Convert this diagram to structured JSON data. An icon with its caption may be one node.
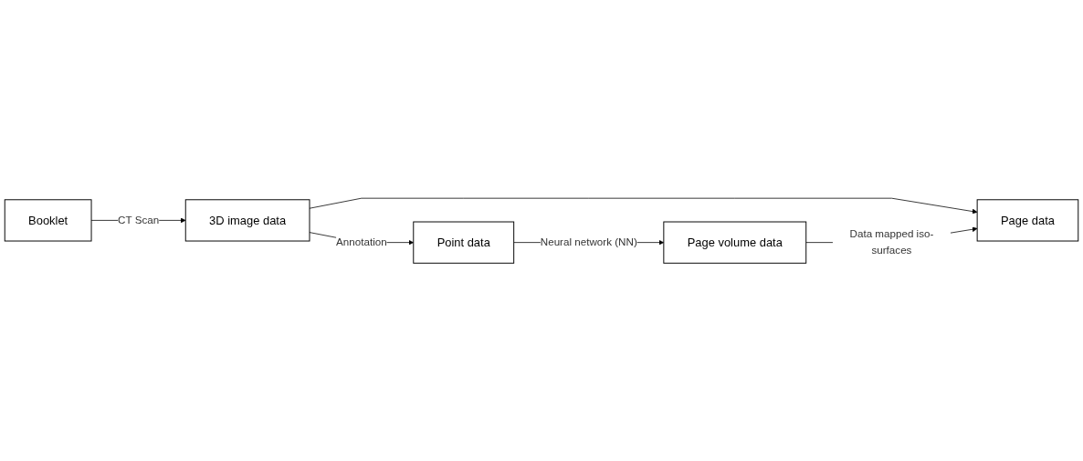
{
  "diagram": {
    "nodes": [
      {
        "text": [
          "Booklet"
        ]
      },
      {
        "text": [
          "3D image data"
        ]
      },
      {
        "text": [
          "Point data"
        ]
      },
      {
        "text": [
          "Page data"
        ]
      },
      {
        "text": [
          "Page volume data"
        ]
      }
    ],
    "edges": [
      {
        "from": 0,
        "to": 1,
        "label": "CT Scan",
        "arrow": "to"
      },
      {
        "from": 1,
        "to": 2,
        "label": "Annotation",
        "arrow": "to"
      },
      {
        "from": 2,
        "to": 4,
        "label": "Neural network (NN)",
        "arrow": "to"
      },
      {
        "from": 1,
        "to": 3,
        "arrow": "to"
      },
      {
        "from": 4,
        "to": 3,
        "label": "Data mapped iso-surfaces",
        "arrow": "to"
      }
    ]
  }
}
